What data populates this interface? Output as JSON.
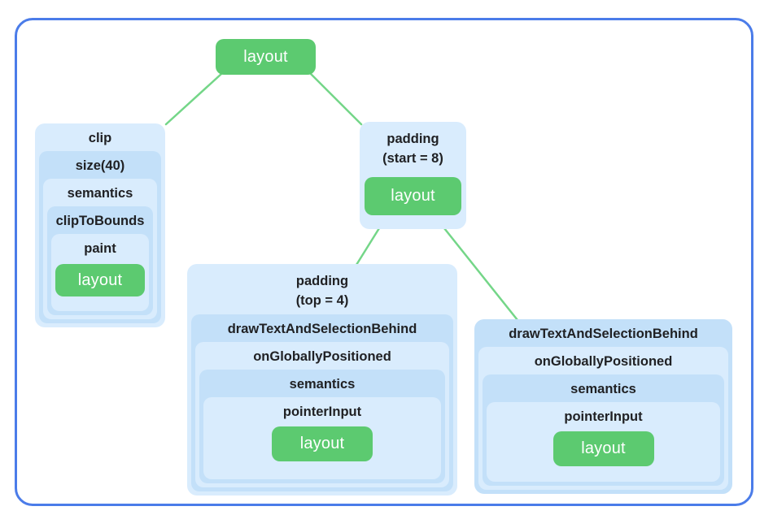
{
  "diagram": {
    "root_label": "layout",
    "leaf_label": "layout",
    "clip_chain": {
      "levels": [
        "clip",
        "size(40)",
        "semantics",
        "clipToBounds",
        "paint"
      ]
    },
    "padding_node": {
      "label": "padding",
      "sublabel": "(start = 8)"
    },
    "left_text_chain": {
      "label": "padding",
      "sublabel": "(top = 4)",
      "levels": [
        "drawTextAndSelectionBehind",
        "onGloballyPositioned",
        "semantics",
        "pointerInput"
      ]
    },
    "right_text_chain": {
      "levels": [
        "drawTextAndSelectionBehind",
        "onGloballyPositioned",
        "semantics",
        "pointerInput"
      ]
    },
    "colors": {
      "level_light": "#d9ecfd",
      "level_dark": "#c3e0f9",
      "leaf_green": "#5cca70",
      "edge_green": "#74d688",
      "border_blue": "#4b7ce9",
      "text_dark": "#202124",
      "leaf_text": "#ffffff"
    }
  }
}
